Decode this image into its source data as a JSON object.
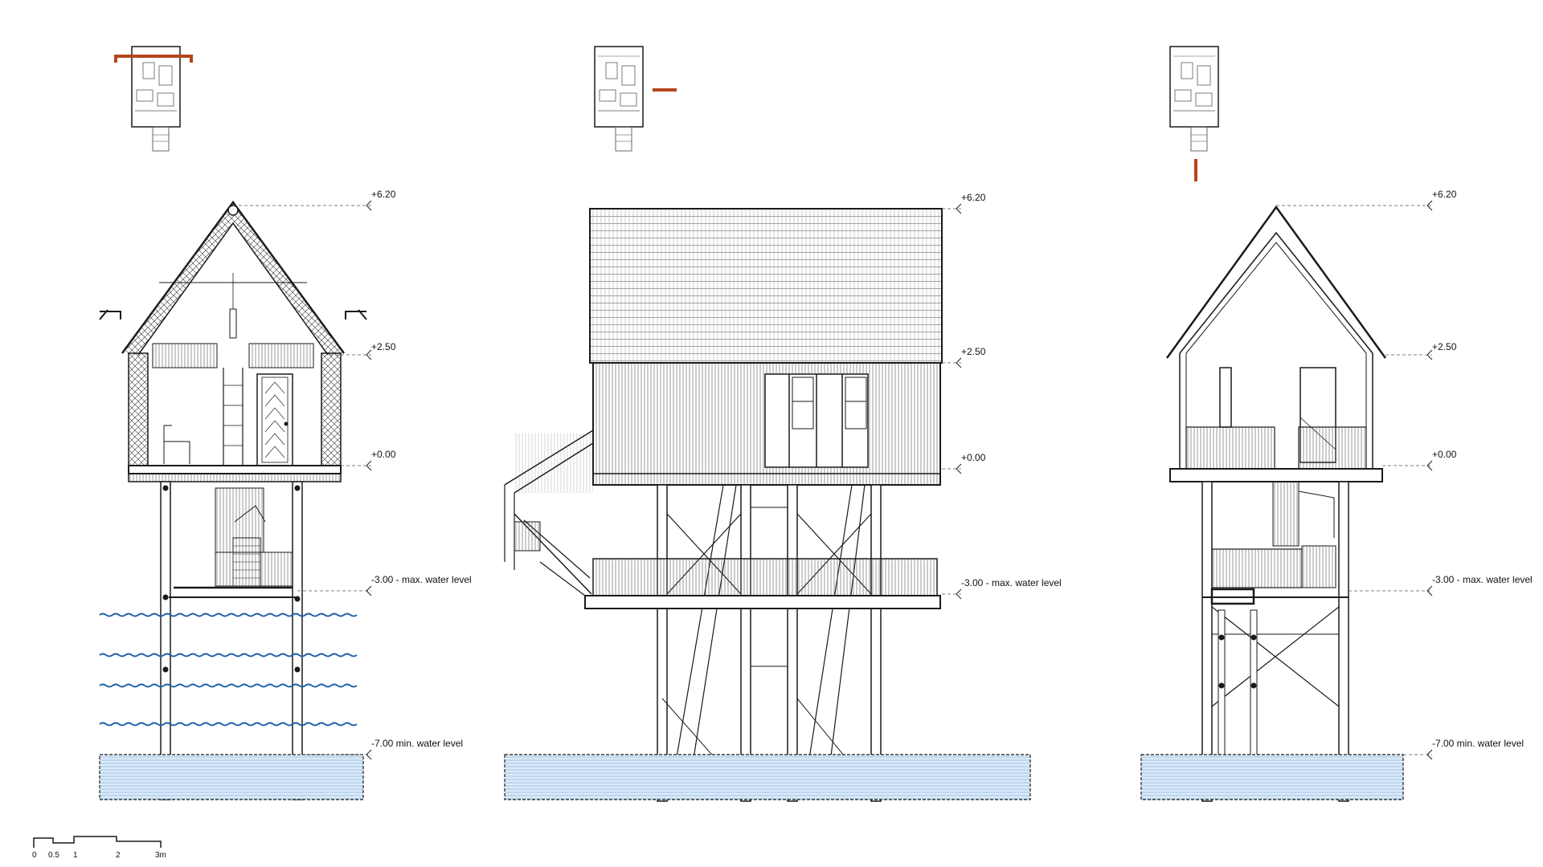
{
  "drawing": {
    "views": [
      {
        "name": "section",
        "levels": [
          {
            "text": "+6.20",
            "value": 6.2
          },
          {
            "text": "+2.50",
            "value": 2.5
          },
          {
            "text": "+0.00",
            "value": 0.0
          },
          {
            "text": "-3.00 - max. water level",
            "value": -3.0
          },
          {
            "text": "-7.00 min. water level",
            "value": -7.0
          }
        ]
      },
      {
        "name": "long-elevation",
        "levels": [
          {
            "text": "+6.20",
            "value": 6.2
          },
          {
            "text": "+2.50",
            "value": 2.5
          },
          {
            "text": "+0.00",
            "value": 0.0
          },
          {
            "text": "-3.00 - max. water level",
            "value": -3.0
          }
        ]
      },
      {
        "name": "gable-elevation",
        "levels": [
          {
            "text": "+6.20",
            "value": 6.2
          },
          {
            "text": "+2.50",
            "value": 2.5
          },
          {
            "text": "+0.00",
            "value": 0.0
          },
          {
            "text": "-3.00 - max. water level",
            "value": -3.0
          },
          {
            "text": "-7.00 min. water level",
            "value": -7.0
          }
        ]
      }
    ],
    "scale_bar": {
      "ticks": [
        "0",
        "0.5",
        "1",
        "2",
        "3m"
      ]
    },
    "colors": {
      "line": "#1a1a1a",
      "marker": "#b5451b",
      "water_fill": "#d6e8f7",
      "water_line": "#2b6cb0",
      "wave": "#1f5fa8"
    }
  }
}
